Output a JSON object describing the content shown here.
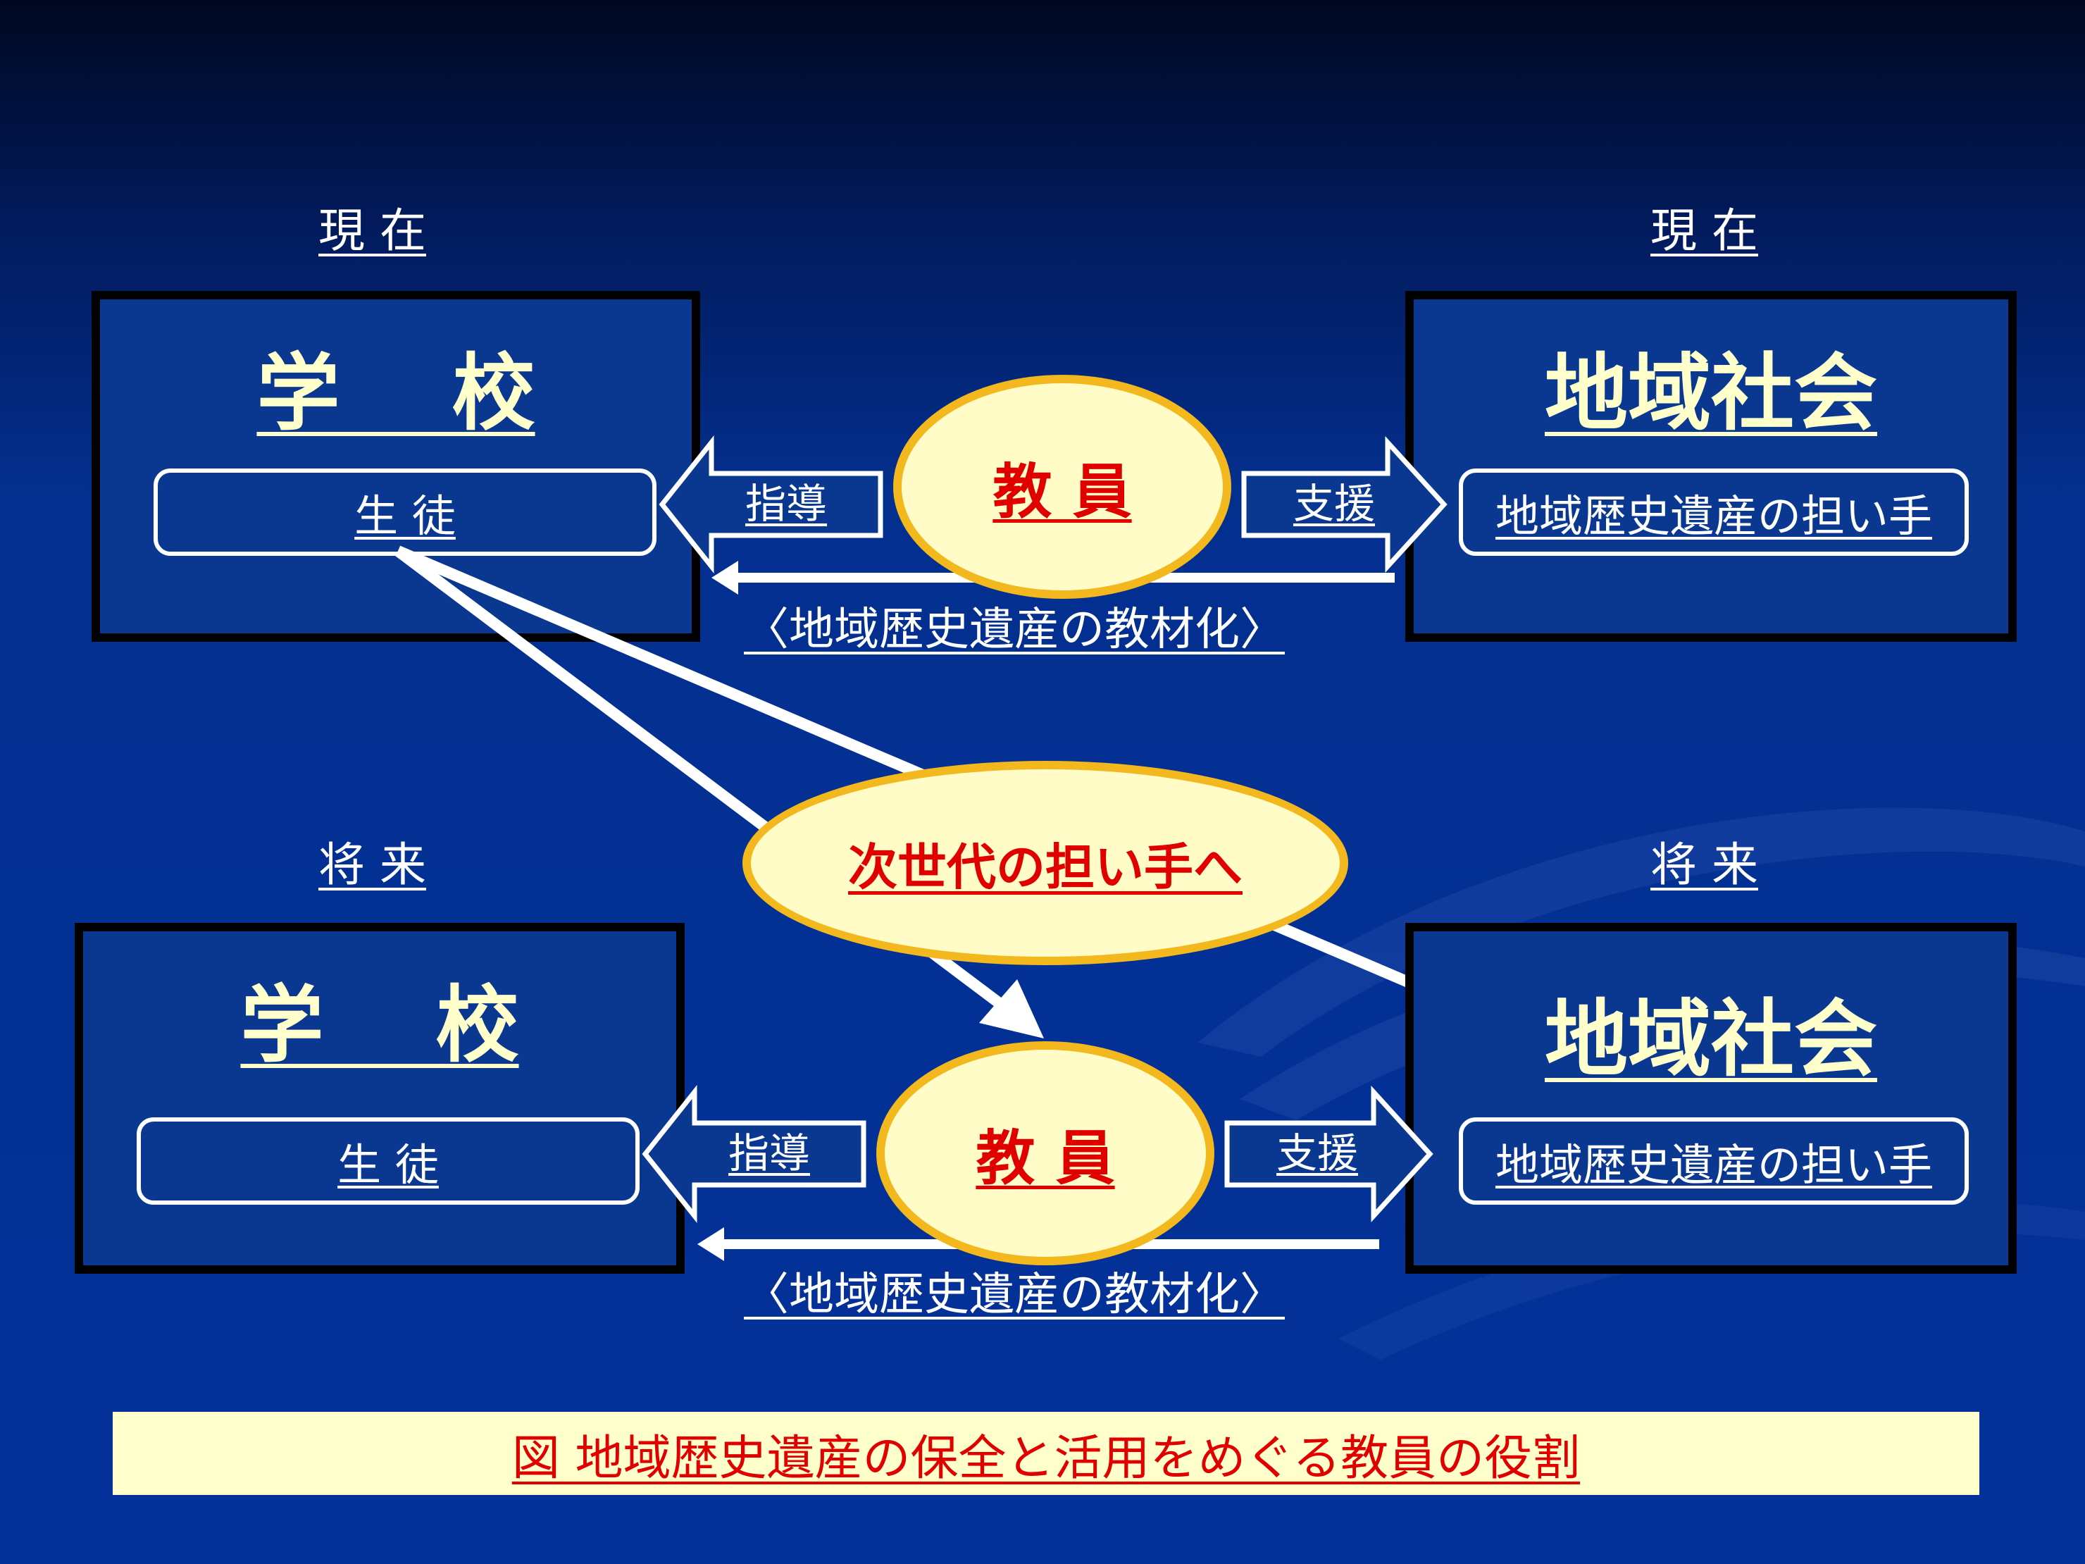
{
  "present": {
    "left_heading": "現 在",
    "right_heading": "現 在",
    "school_title": "学　 校",
    "student_label": "生 徒",
    "community_title": "地域社会",
    "bearer_label": "地域歴史遺産の担い手",
    "guidance_label": "指導",
    "support_label": "支援",
    "teacher_label": "教 員",
    "materials_label": "〈地域歴史遺産の教材化〉"
  },
  "future": {
    "left_heading": "将 来",
    "right_heading": "将 来",
    "school_title": "学　 校",
    "student_label": "生 徒",
    "community_title": "地域社会",
    "bearer_label": "地域歴史遺産の担い手",
    "guidance_label": "指導",
    "support_label": "支援",
    "teacher_label": "教 員",
    "materials_label": "〈地域歴史遺産の教材化〉"
  },
  "next_generation_label": "次世代の担い手へ",
  "caption": "図 地域歴史遺産の保全と活用をめぐる教員の役割",
  "colors": {
    "background": "#03319a",
    "panel": "#0a3891",
    "title_text": "#ffffcc",
    "ellipse_fill": "#fffcc8",
    "ellipse_border": "#f2b81e",
    "emphasis_text": "#e00000"
  }
}
